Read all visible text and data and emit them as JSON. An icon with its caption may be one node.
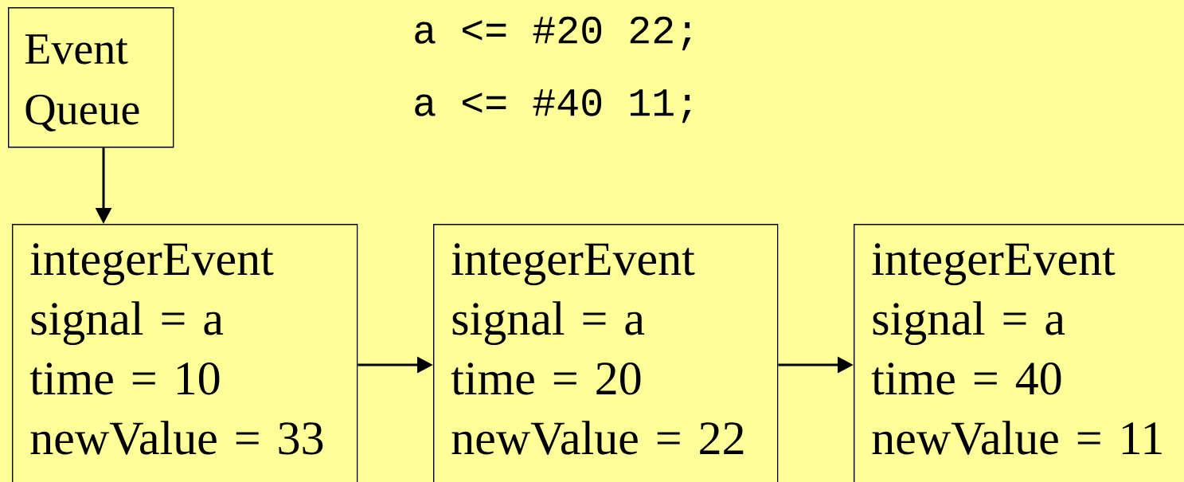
{
  "diagram": {
    "nodes": [
      {
        "text": [
          "Event Queue"
        ]
      },
      {
        "text": [
          "integerEvent",
          "signal = a",
          "time = 10",
          "newValue = 33"
        ]
      },
      {
        "text": [
          "integerEvent",
          "signal = a",
          "time = 20",
          "newValue = 22"
        ]
      },
      {
        "text": [
          "integerEvent",
          "signal = a",
          "time = 40",
          "newValue = 11"
        ]
      }
    ],
    "edges": [
      {
        "from": 0,
        "to": 1,
        "arrow": "to"
      },
      {
        "from": 1,
        "to": 2,
        "arrow": "to"
      },
      {
        "from": 2,
        "to": 3,
        "arrow": "to"
      }
    ],
    "labels": [
      "a <= #20  22;",
      "a <= #40  11;"
    ]
  }
}
